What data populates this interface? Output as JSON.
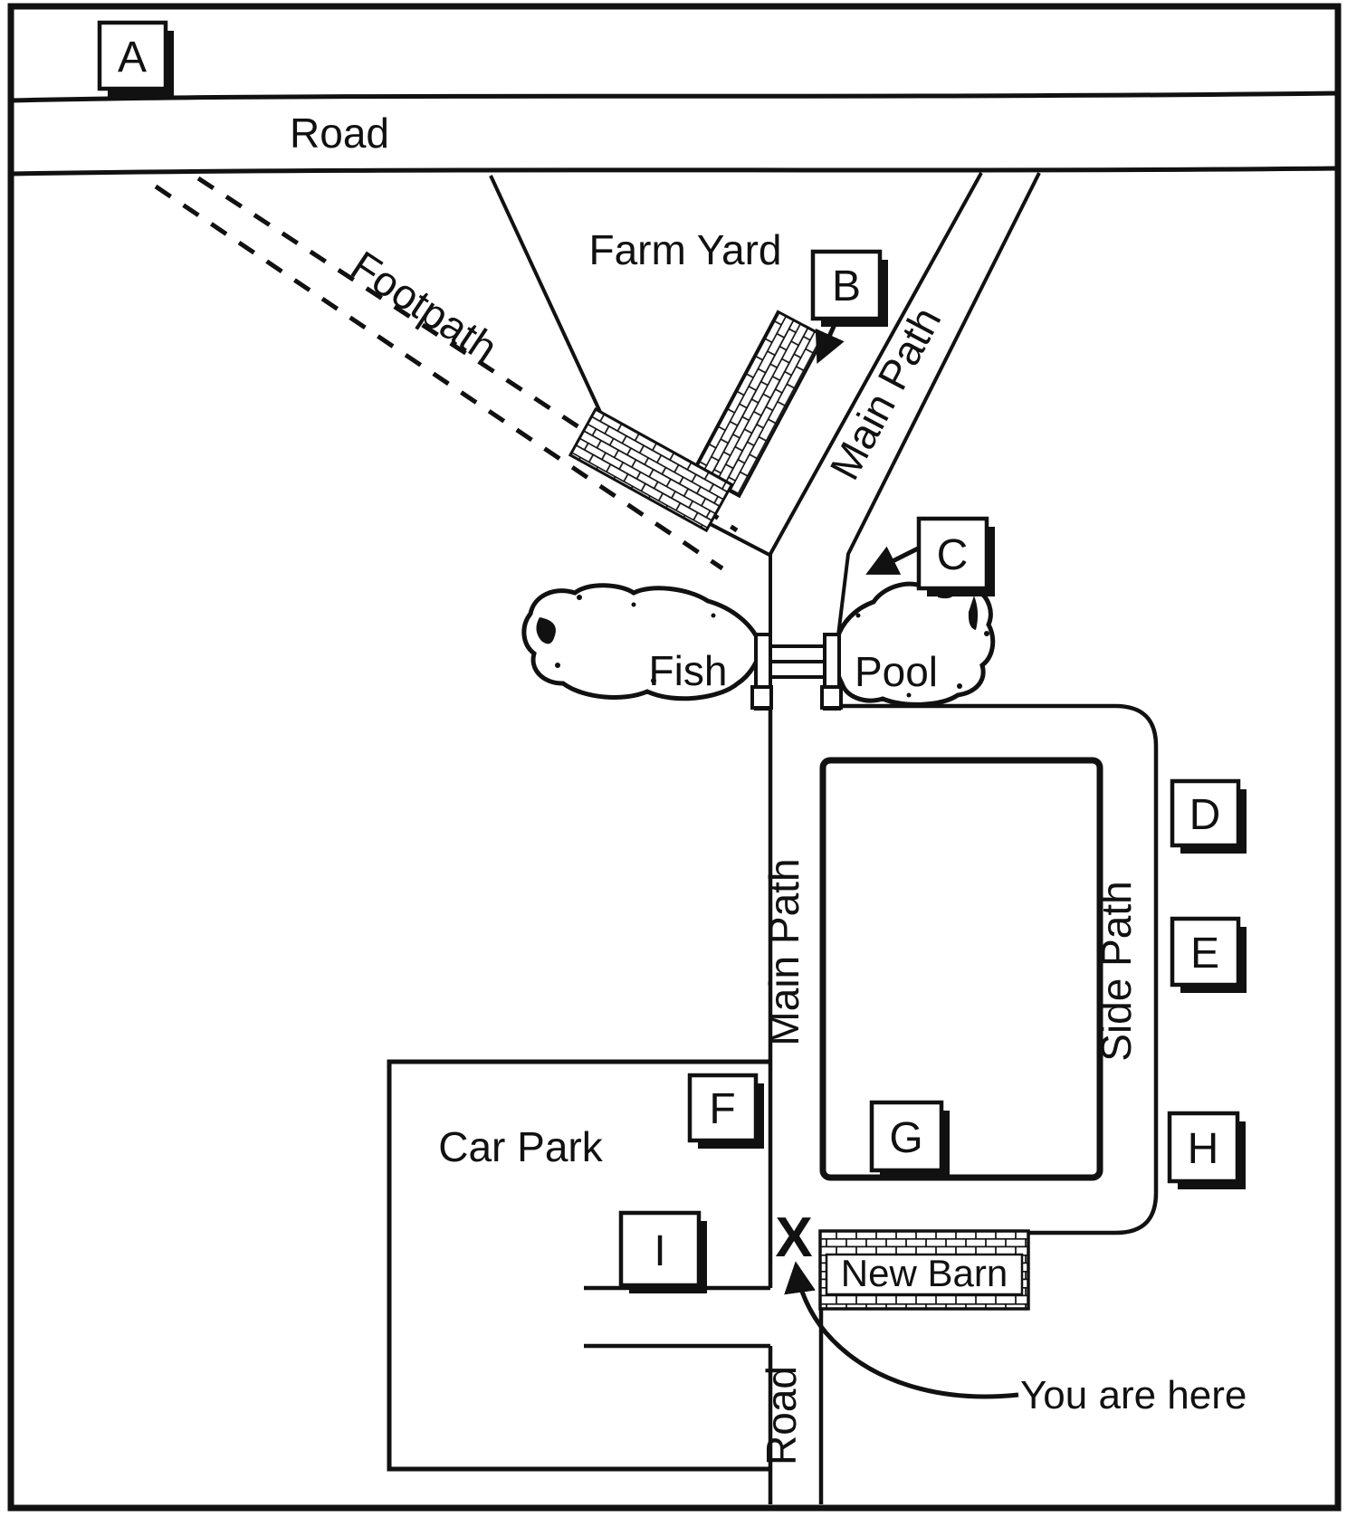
{
  "map": {
    "labels": {
      "road_top": "Road",
      "farm_yard": "Farm Yard",
      "footpath": "Footpath",
      "main_path_upper": "Main Path",
      "fish": "Fish",
      "pool": "Pool",
      "main_path_lower": "Main Path",
      "side_path": "Side Path",
      "car_park": "Car Park",
      "new_barn": "New Barn",
      "road_bottom": "Road"
    },
    "markers": [
      {
        "letter": "A"
      },
      {
        "letter": "B"
      },
      {
        "letter": "C"
      },
      {
        "letter": "D"
      },
      {
        "letter": "E"
      },
      {
        "letter": "F"
      },
      {
        "letter": "G"
      },
      {
        "letter": "H"
      },
      {
        "letter": "I"
      }
    ],
    "annotations": {
      "location_mark": "X",
      "you_are_here": "You are here"
    },
    "colors": {
      "ink": "#111111",
      "paper": "#ffffff"
    }
  }
}
